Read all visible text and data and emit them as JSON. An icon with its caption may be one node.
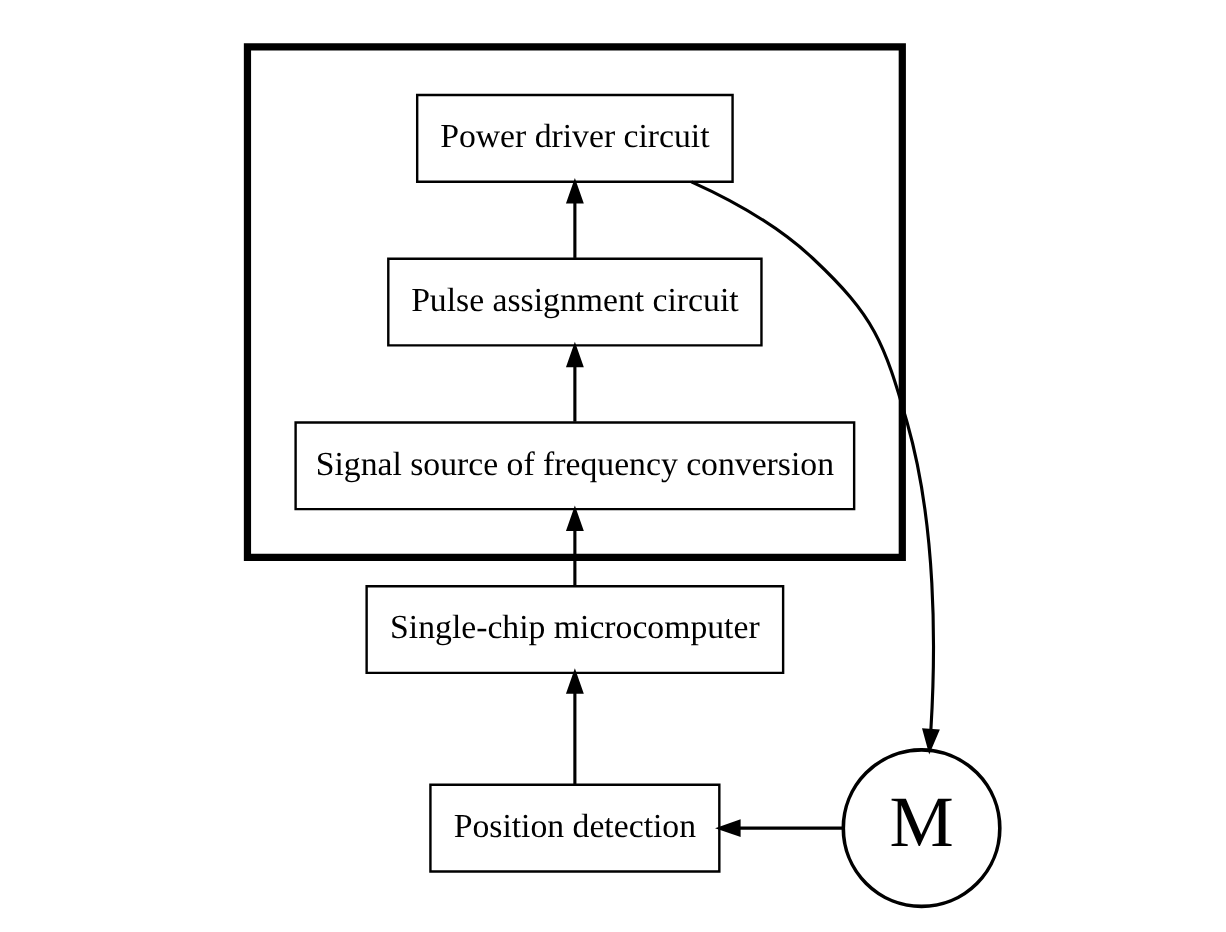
{
  "diagram": {
    "nodes": [
      {
        "text": [],
        "shape": "box"
      },
      {
        "text": [
          "Power driver circuit"
        ],
        "in": 0
      },
      {
        "text": [
          "Pulse assignment circuit"
        ],
        "in": 0
      },
      {
        "text": [
          "Signal source of frequency conversion"
        ],
        "in": 0
      },
      {
        "text": [
          "M"
        ]
      },
      {
        "text": [
          "Position detection"
        ]
      },
      {
        "text": [
          "Single-chip microcomputer"
        ]
      }
    ],
    "edges": [
      {
        "from": 6,
        "to": 3,
        "arrow": "to"
      },
      {
        "from": 3,
        "to": 2,
        "arrow": "to"
      },
      {
        "from": 2,
        "to": 1,
        "arrow": "to"
      },
      {
        "from": 1,
        "to": 4,
        "arrow": "to"
      },
      {
        "from": 4,
        "to": 5,
        "arrow": "to"
      },
      {
        "from": 5,
        "to": 6,
        "arrow": "to"
      }
    ]
  }
}
